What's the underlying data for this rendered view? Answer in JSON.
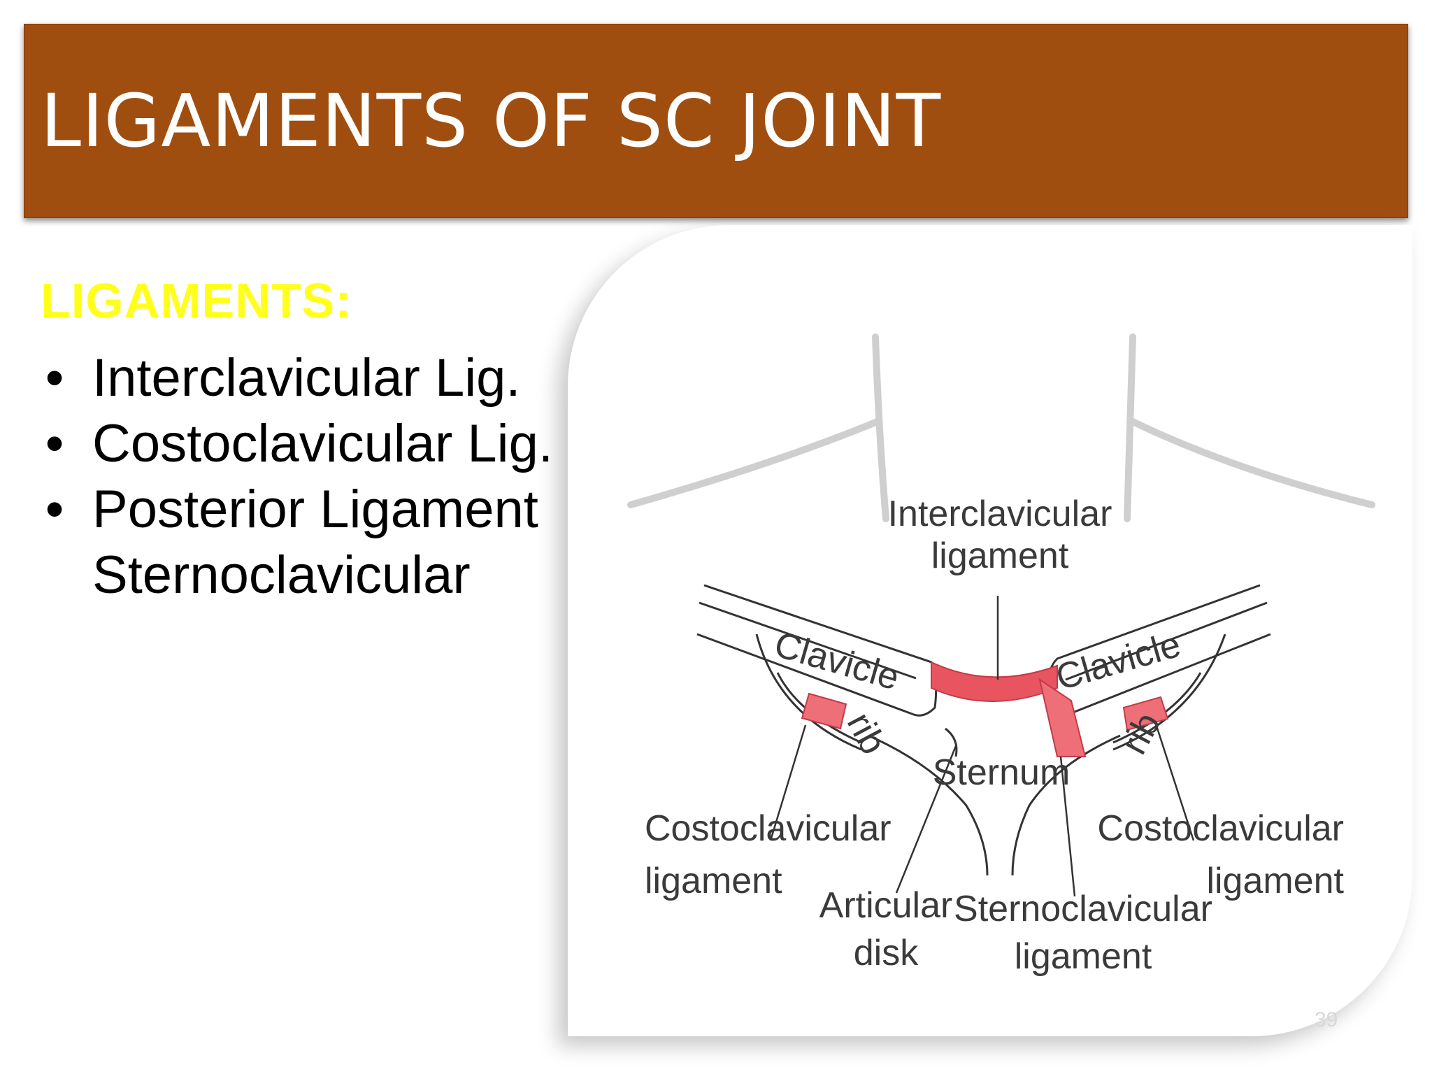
{
  "title": "LIGAMENTS OF SC JOINT",
  "heading": "LIGAMENTS:",
  "bullets": [
    "Interclavicular Lig.",
    "Costoclavicular Lig.",
    "Posterior Ligament",
    "Sternoclavicular"
  ],
  "diagram": {
    "labels": {
      "interclavicular_1": "Interclavicular",
      "interclavicular_2": "ligament",
      "clavicle_left": "Clavicle",
      "clavicle_right": "Clavicle",
      "rib_left": "rib",
      "rib_right": "rib",
      "sternum": "Sternum",
      "costo_left_1": "Costoclavicular",
      "costo_left_2": "ligament",
      "costo_right_1": "Costoclavicular",
      "costo_right_2": "ligament",
      "articular_1": "Articular",
      "articular_2": "disk",
      "sterno_1": "Sternoclavicular",
      "sterno_2": "ligament"
    },
    "colors": {
      "ligament": "#e8545f",
      "outline": "#333333"
    }
  },
  "slide_number": "39"
}
